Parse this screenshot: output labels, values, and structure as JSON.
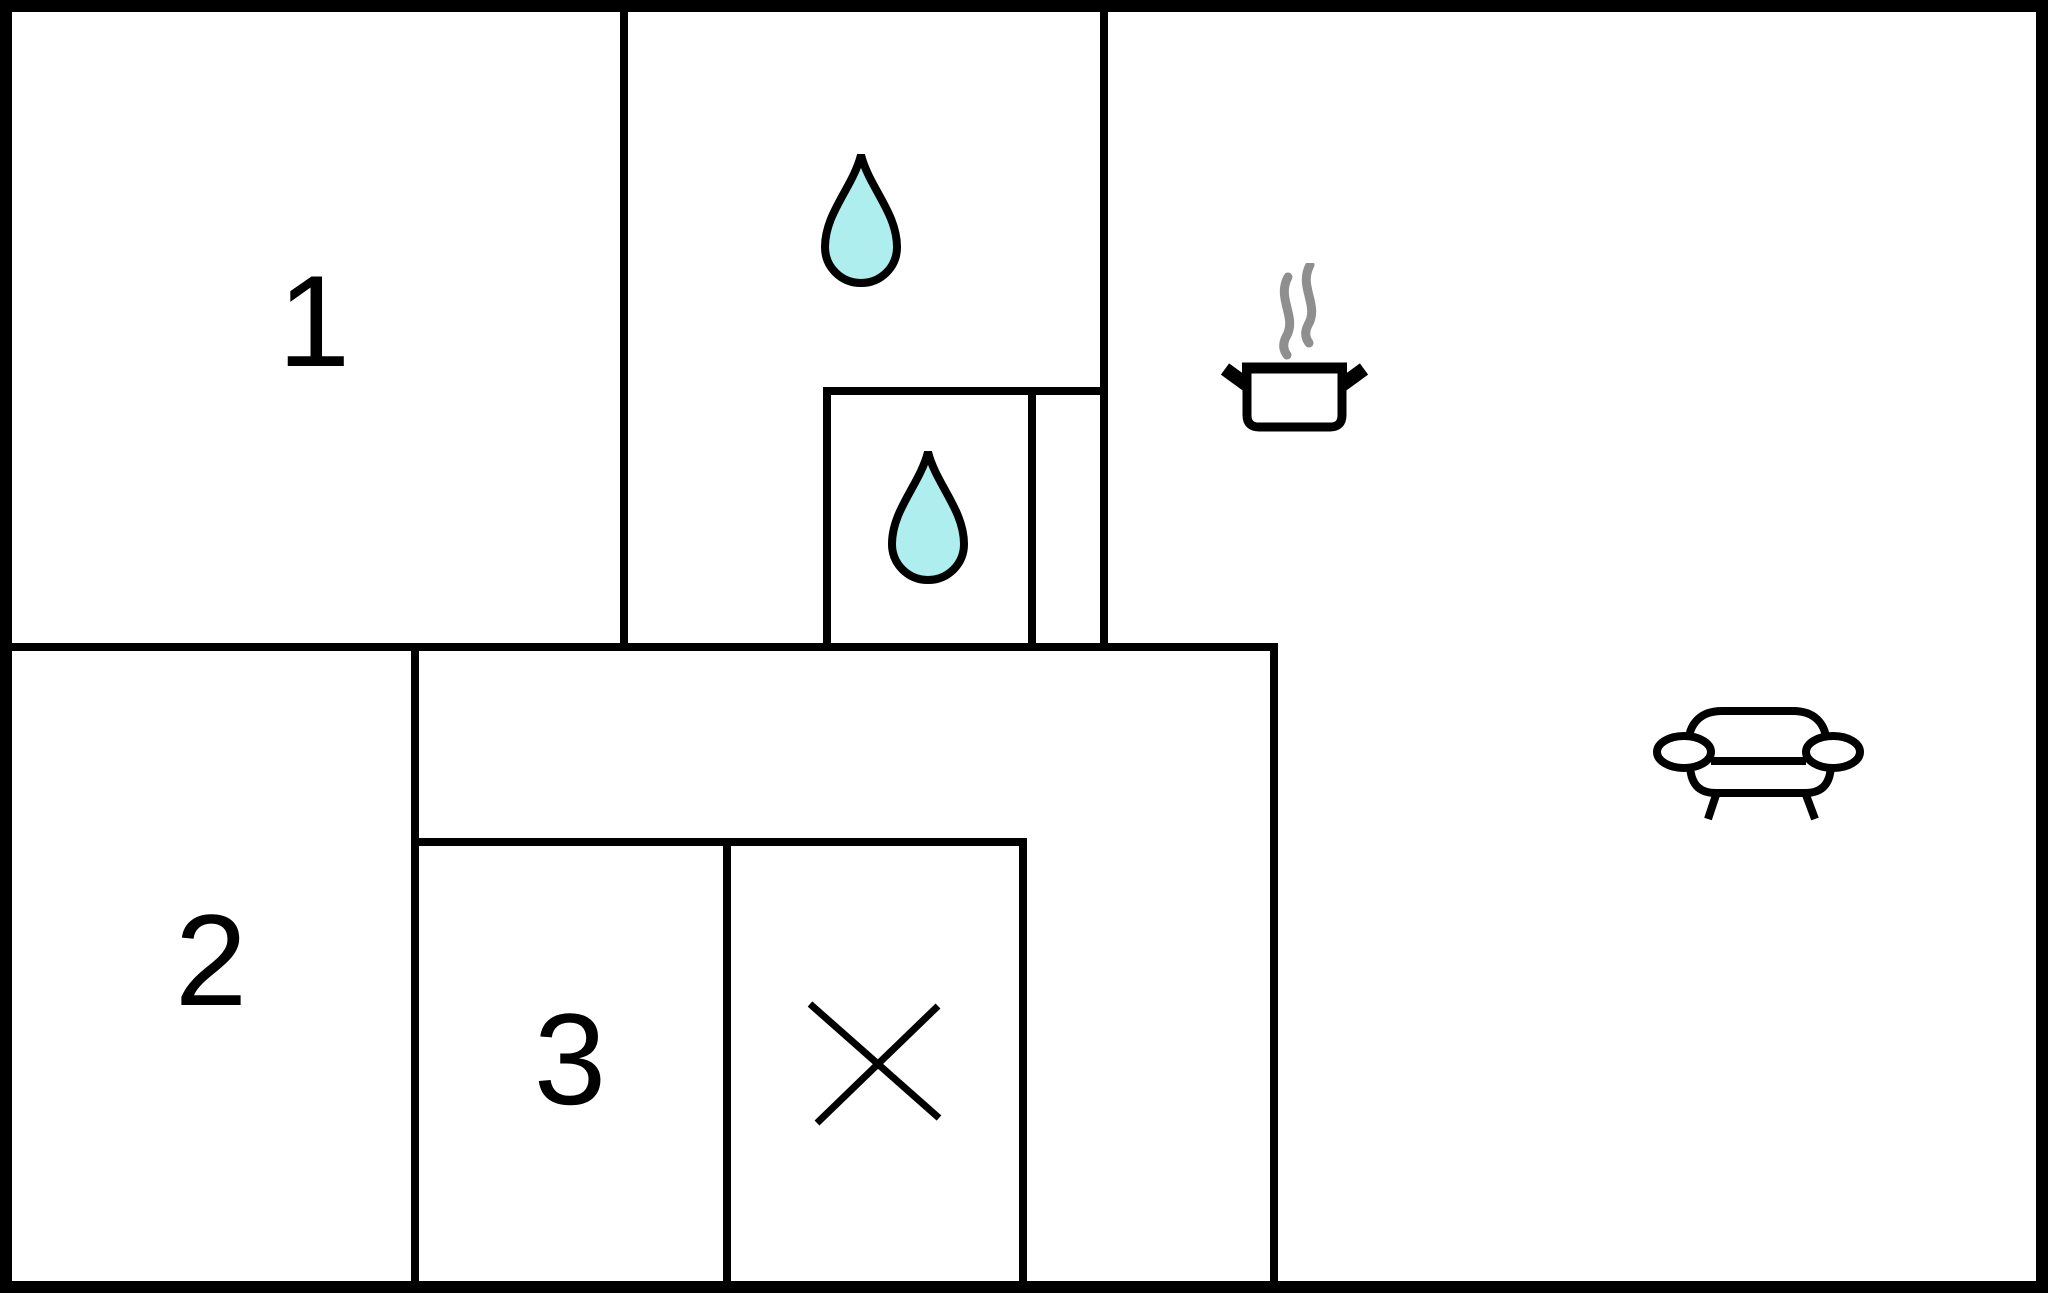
{
  "colors": {
    "background": "#ffffff",
    "wall": "#000000",
    "drop-fill": "#afeeee",
    "steam": "#8f8f8f",
    "label": "#000000"
  },
  "floorplan": {
    "rooms": [
      {
        "id": "room-1",
        "label": "1"
      },
      {
        "id": "room-2",
        "label": "2"
      },
      {
        "id": "room-3",
        "label": "3"
      }
    ],
    "icons": [
      {
        "name": "water-drop-icon-large"
      },
      {
        "name": "water-drop-icon-small"
      },
      {
        "name": "cooking-pot-icon"
      },
      {
        "name": "sofa-icon"
      },
      {
        "name": "x-mark-icon"
      }
    ]
  }
}
